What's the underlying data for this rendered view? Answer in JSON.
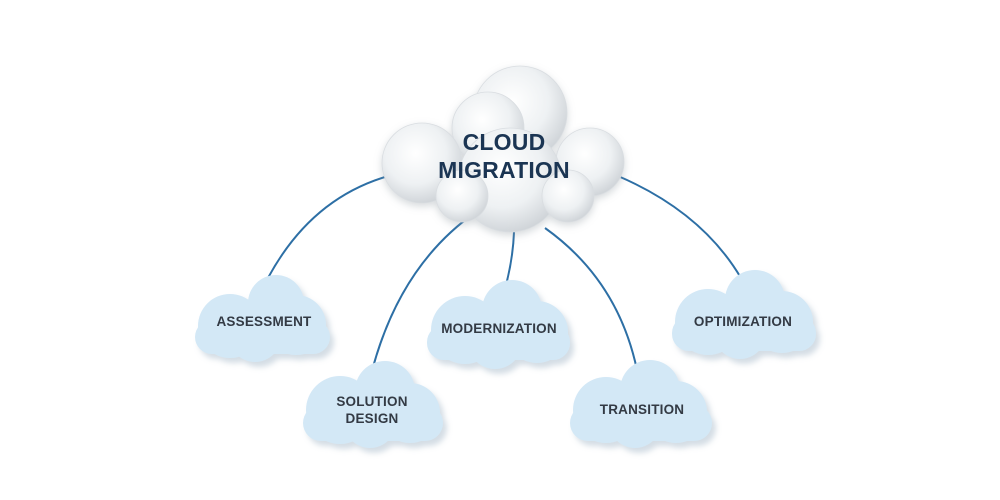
{
  "center": {
    "line1": "CLOUD",
    "line2": "MIGRATION"
  },
  "nodes": {
    "assessment": {
      "line1": "ASSESSMENT"
    },
    "solution_design": {
      "line1": "SOLUTION",
      "line2": "DESIGN"
    },
    "modernization": {
      "line1": "MODERNIZATION"
    },
    "transition": {
      "line1": "TRANSITION"
    },
    "optimization": {
      "line1": "OPTIMIZATION"
    }
  },
  "colors": {
    "connector": "#2d6fa5",
    "main_cloud_fill": "#eceff1",
    "node_cloud_fill": "#d3e8f6",
    "main_text": "#1b3553",
    "node_text": "#333a44"
  }
}
